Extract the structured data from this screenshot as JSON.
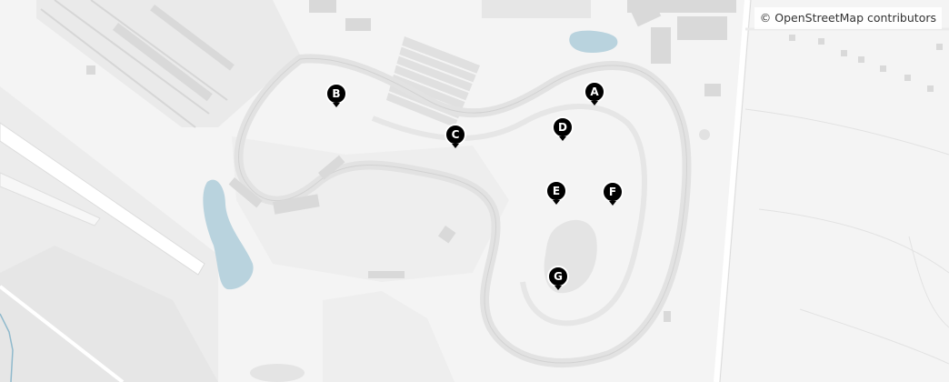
{
  "map": {
    "attribution": "© OpenStreetMap contributors",
    "colors": {
      "background": "#f4f4f4",
      "road": "#ffffff",
      "water": "#b9d3de",
      "building": "#d9d9d9",
      "area": "#ebebeb",
      "track": "#e2e2e2",
      "marker": "#000000",
      "marker_text": "#ffffff",
      "river": "#8fb9cc"
    },
    "markers": [
      {
        "label": "A"
      },
      {
        "label": "B"
      },
      {
        "label": "C"
      },
      {
        "label": "D"
      },
      {
        "label": "E"
      },
      {
        "label": "F"
      },
      {
        "label": "G"
      }
    ]
  }
}
